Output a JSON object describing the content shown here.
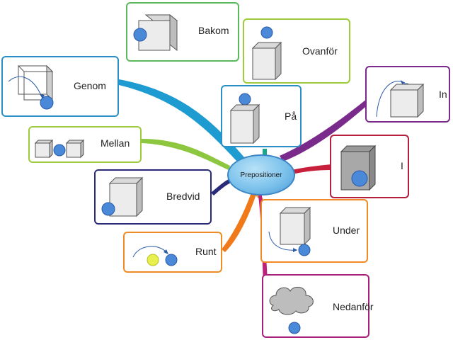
{
  "center": {
    "label": "Prepositioner"
  },
  "cards": [
    {
      "id": "bakom",
      "label": "Bakom",
      "color": "#5cb85c"
    },
    {
      "id": "ovanfor",
      "label": "Ovanför",
      "color": "#9ccc3c"
    },
    {
      "id": "genom",
      "label": "Genom",
      "color": "#2a8fc4"
    },
    {
      "id": "pa",
      "label": "På",
      "color": "#2a8fc4"
    },
    {
      "id": "in",
      "label": "In",
      "color": "#7a2a8a"
    },
    {
      "id": "mellan",
      "label": "Mellan",
      "color": "#9ccc3c"
    },
    {
      "id": "i",
      "label": "I",
      "color": "#b51e3c"
    },
    {
      "id": "bredvid",
      "label": "Bredvid",
      "color": "#2a2a7a"
    },
    {
      "id": "under",
      "label": "Under",
      "color": "#f08a24"
    },
    {
      "id": "runt",
      "label": "Runt",
      "color": "#f08a24"
    },
    {
      "id": "nedanfor",
      "label": "Nedanför",
      "color": "#a6207a"
    }
  ]
}
